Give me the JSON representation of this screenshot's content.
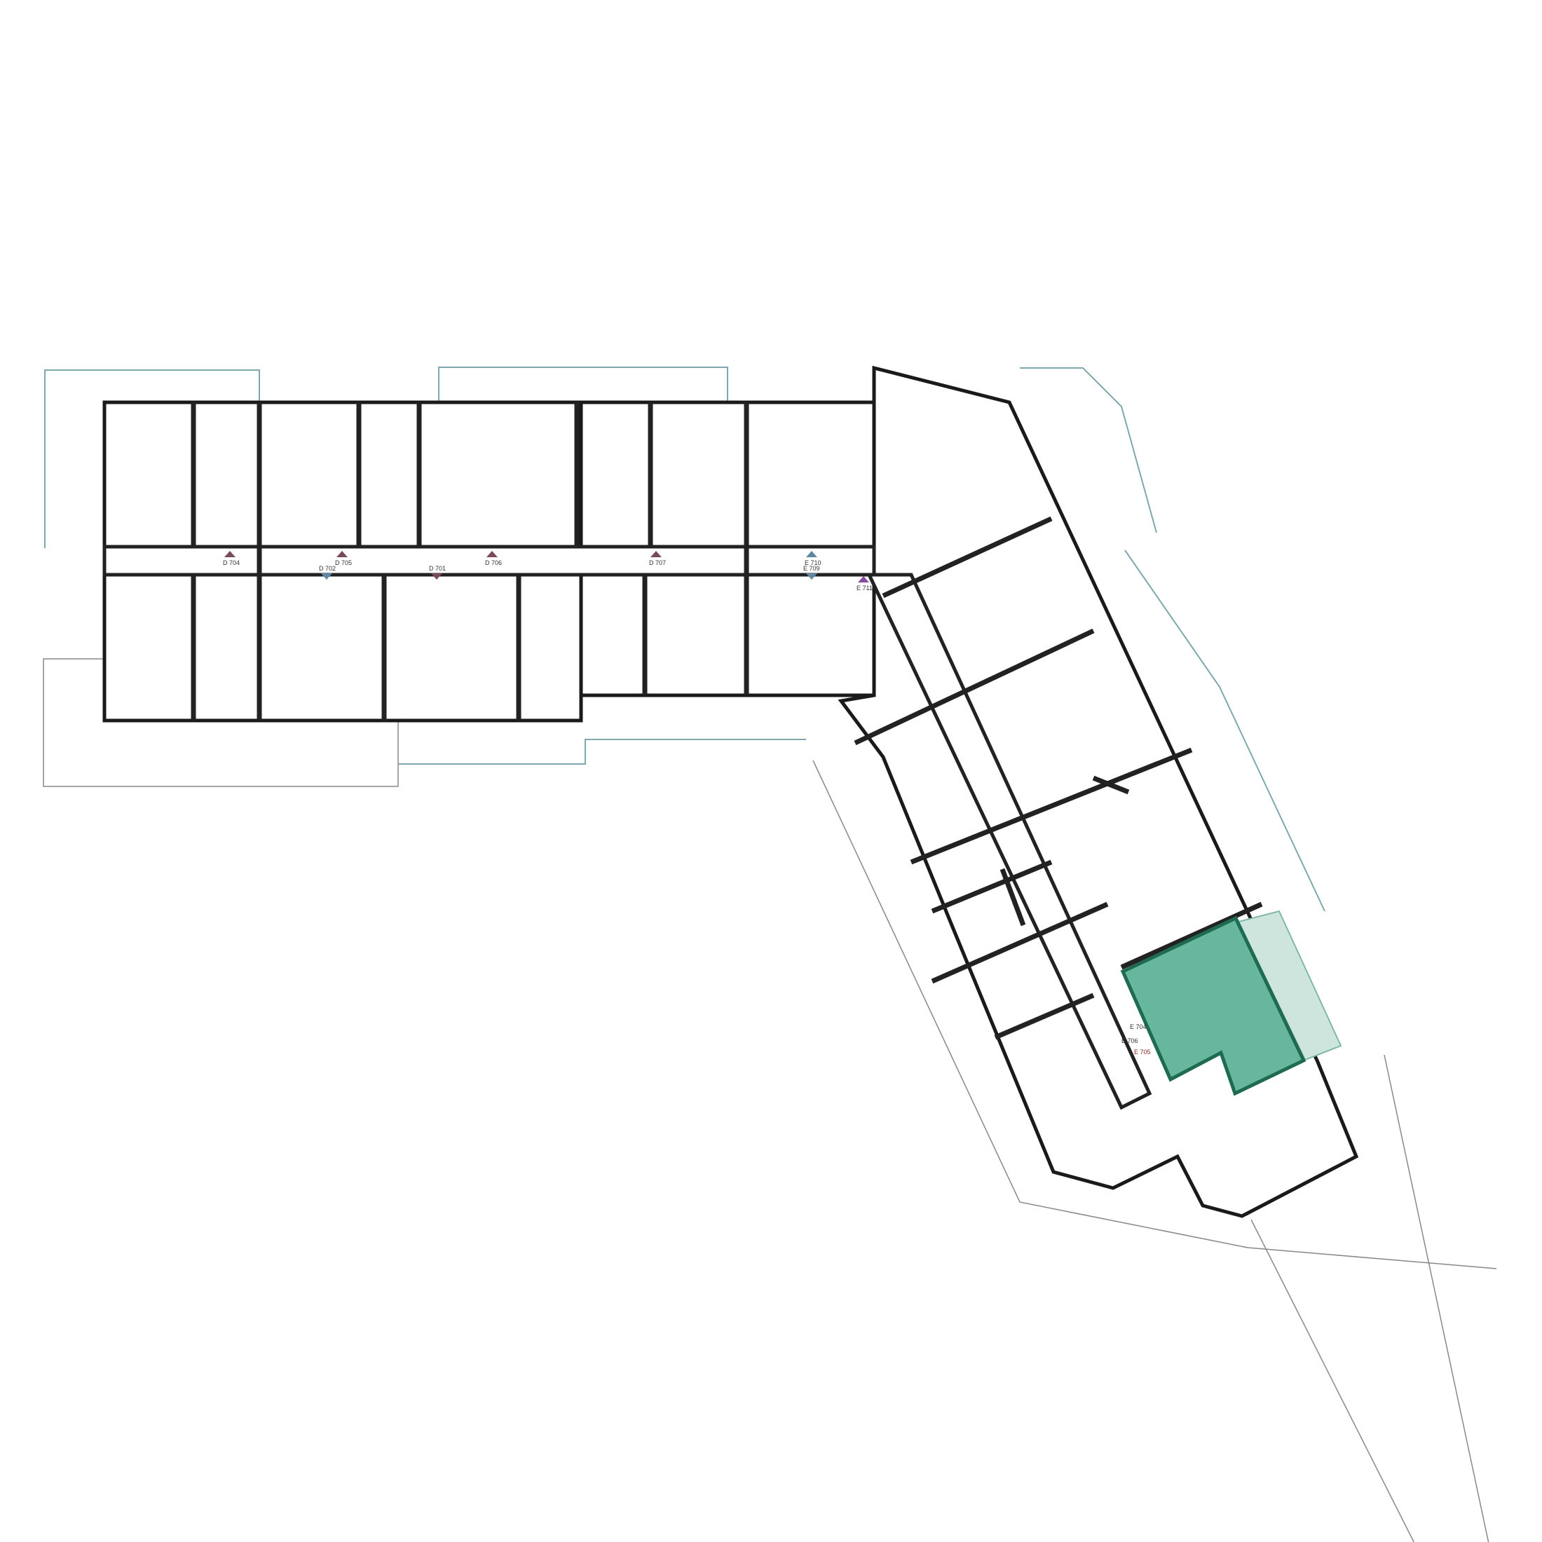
{
  "plan": {
    "highlight_color": "#5fb39a",
    "terrace_color": "#cde5dc",
    "units": [
      {
        "id": "D 704"
      },
      {
        "id": "D 705"
      },
      {
        "id": "D 706"
      },
      {
        "id": "D 707"
      },
      {
        "id": "E 710"
      },
      {
        "id": "D 702"
      },
      {
        "id": "D 701"
      },
      {
        "id": "E 709"
      },
      {
        "id": "E 711"
      },
      {
        "id": "E 704"
      },
      {
        "id": "E 706"
      },
      {
        "id": "E 705"
      }
    ]
  }
}
